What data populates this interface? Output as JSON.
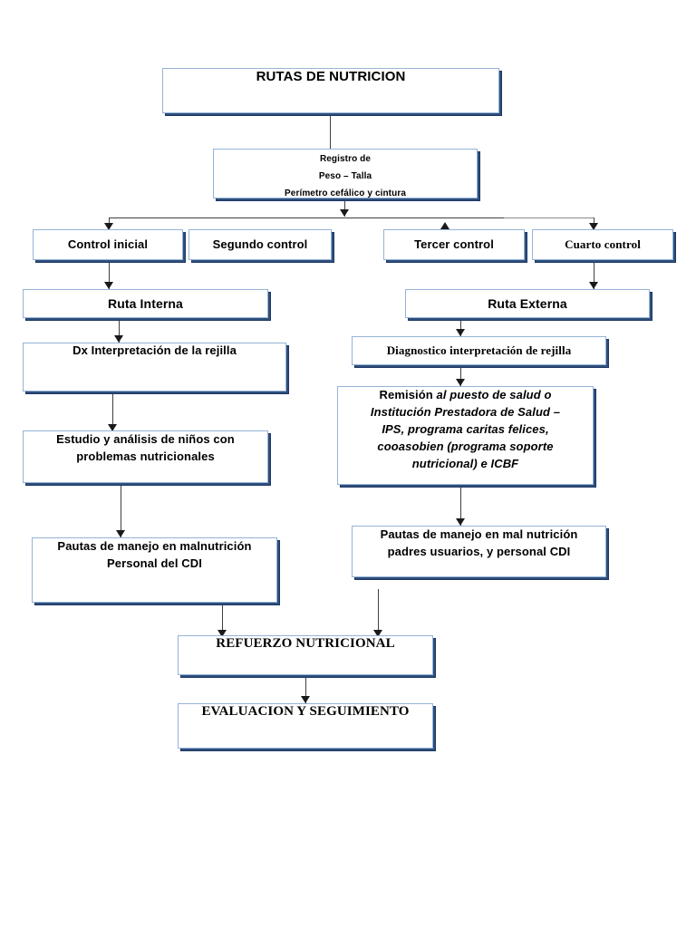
{
  "document": {
    "title": "RUTAS DE NUTRICION",
    "background_color": "#ffffff",
    "box_border_color": "#95b3d7",
    "box_shadow_color": "#1f3864",
    "connector_color": "#3f3f3f"
  },
  "nodes": {
    "title_box": {
      "label": "RUTAS DE NUTRICION"
    },
    "registro": {
      "line1": "Registro de",
      "line2": "Peso – Talla",
      "line3": "Perímetro cefálico y cintura"
    },
    "control_inicial": {
      "label": "Control inicial"
    },
    "segundo_control": {
      "label": "Segundo control"
    },
    "tercer_control": {
      "label": "Tercer control"
    },
    "cuarto_control": {
      "label": "Cuarto control"
    },
    "ruta_interna": {
      "label": "Ruta  Interna"
    },
    "ruta_externa": {
      "label": "Ruta   Externa"
    },
    "dx_interpretacion": {
      "label": "Dx Interpretación de la rejilla"
    },
    "diagnostico_rejilla": {
      "label": "Diagnostico interpretación de rejilla"
    },
    "estudio_analisis": {
      "line1": "Estudio y análisis de niños con",
      "line2": "problemas nutricionales"
    },
    "remision": {
      "lead": "Remisión ",
      "emphasis_line1": "al puesto de salud o",
      "emphasis_line2": "Institución Prestadora de Salud –",
      "emphasis_line3": "IPS, programa caritas felices,",
      "emphasis_line4": "cooasobien (programa soporte",
      "emphasis_line5": "nutricional) e ICBF"
    },
    "pautas_cdi": {
      "line1": "Pautas de manejo en malnutrición",
      "line2": "Personal del CDI"
    },
    "pautas_padres": {
      "line1": "Pautas de manejo en mal nutrición",
      "line2": "padres usuarios, y personal CDI"
    },
    "refuerzo": {
      "label": "REFUERZO NUTRICIONAL"
    },
    "evaluacion": {
      "label": "EVALUACION Y SEGUIMIENTO"
    }
  },
  "connectors": {
    "title_to_registro": "vertical-line",
    "registro_to_bus": "vertical-line-with-arrow",
    "distribution_bus": "horizontal-line",
    "bus_to_control_inicial": "arrow-down",
    "bus_to_cuarto_control": "arrow-down",
    "marker_above_tercer_control": "arrow-up",
    "marker_in_cuarto_control": "arrow-right",
    "control_inicial_to_ruta_interna": "arrow-down",
    "cuarto_control_to_ruta_externa": "arrow-down",
    "ruta_interna_to_dx": "arrow-down",
    "ruta_externa_to_diagnostico": "arrow-down",
    "dx_to_estudio": "arrow-down",
    "diagnostico_to_remision": "arrow-down",
    "estudio_to_pautas_cdi": "arrow-down",
    "remision_to_pautas_padres": "arrow-down",
    "pautas_cdi_to_refuerzo": "arrow-down",
    "pautas_padres_to_refuerzo": "arrow-down",
    "refuerzo_to_evaluacion": "arrow-down"
  }
}
